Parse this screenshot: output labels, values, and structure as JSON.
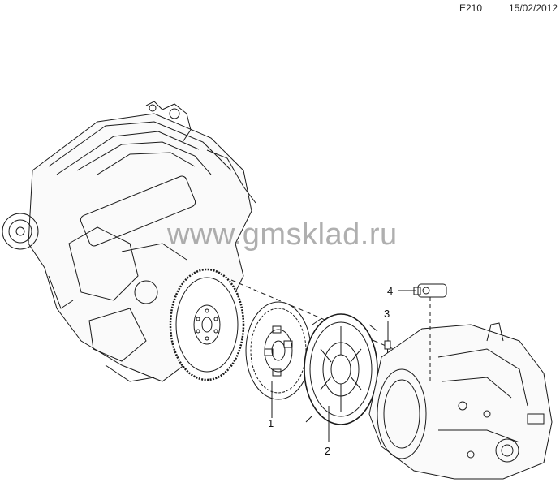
{
  "header": {
    "code": "E210",
    "date": "15/02/2012"
  },
  "watermark": "www.gmsklad.ru",
  "callouts": [
    {
      "id": "1",
      "part": "clutch-disc"
    },
    {
      "id": "2",
      "part": "pressure-plate"
    },
    {
      "id": "3",
      "part": "bolt"
    },
    {
      "id": "4",
      "part": "sensor"
    }
  ],
  "colors": {
    "line": "#1a1a1a",
    "watermark": "#6e6e6e"
  }
}
